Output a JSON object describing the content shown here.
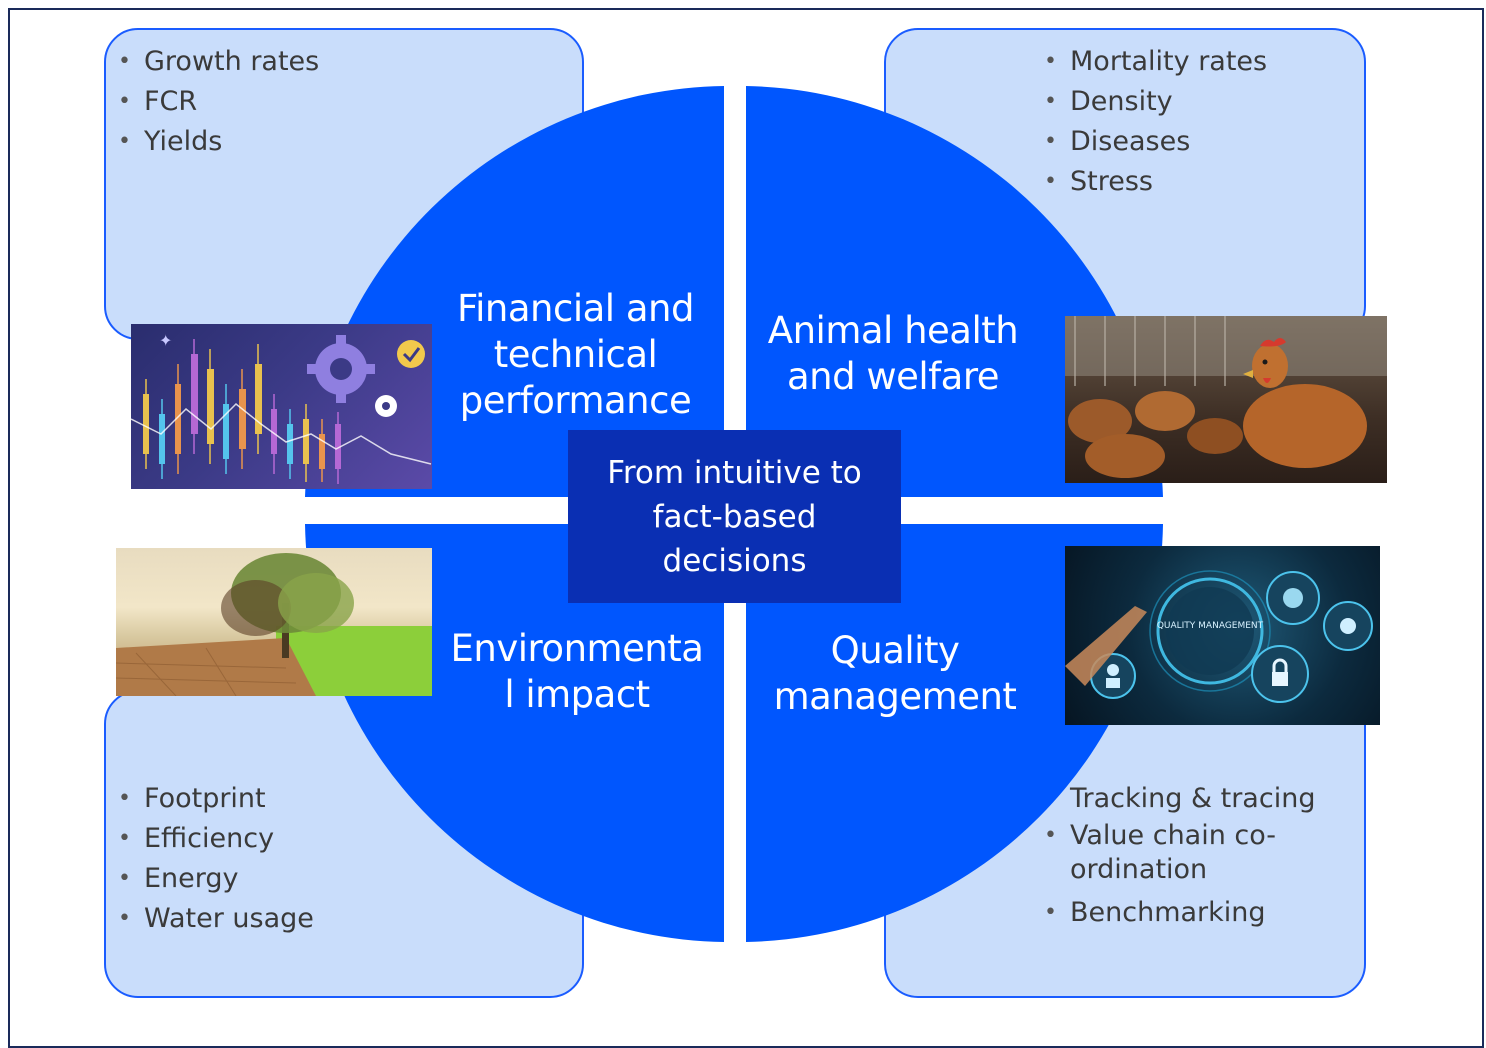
{
  "center_text": "From intuitive to fact-based decisions",
  "quadrants": {
    "top_left": {
      "label": "Financial and technical performance",
      "items": [
        "Growth rates",
        "FCR",
        "Yields"
      ]
    },
    "top_right": {
      "label": "Animal health and welfare",
      "items": [
        "Mortality rates",
        "Density",
        "Diseases",
        "Stress"
      ]
    },
    "bottom_left": {
      "label": "Environmenta l impact",
      "items": [
        "Footprint",
        "Efficiency",
        "Energy",
        "Water usage"
      ]
    },
    "bottom_right": {
      "label": "Quality management",
      "items": [
        "Tracking & tracing",
        "Value chain co-ordination",
        "Benchmarking"
      ]
    }
  },
  "image_text": {
    "quality_badge": "QUALITY MANAGEMENT"
  },
  "colors": {
    "circle": "#0056fe",
    "center_box": "#0a2fb3",
    "card_fill": "#c9ddfb",
    "card_border": "#1a5cff"
  }
}
